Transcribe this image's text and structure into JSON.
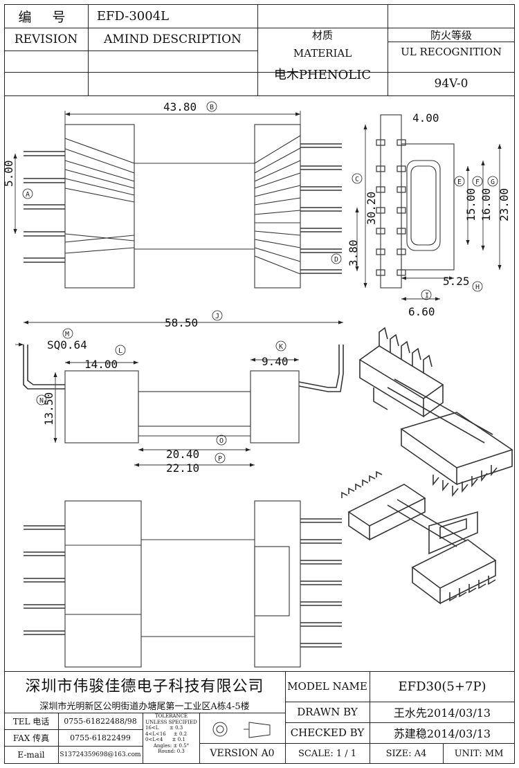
{
  "header": {
    "part_label": "编 号",
    "part_number": "EFD-3004L",
    "revision_label": "REVISION",
    "amend_label": "AMIND DESCRIPTION",
    "material_cn": "材质",
    "material_en": "MATERIAL",
    "material_value": "电木PHENOLIC",
    "ul_cn": "防火等级",
    "ul_en": "UL RECOGNITION",
    "ul_value": "94V-0"
  },
  "dimensions": {
    "b_width": "43.80",
    "a_pitch": "5.00",
    "c_height": "30.20",
    "d_gap": "3.80",
    "top_right": "4.00",
    "e_val": "15.00",
    "f_val": "16.00",
    "g_val": "23.00",
    "h_val": "5.25",
    "i_val": "6.60",
    "j_width": "58.50",
    "m_sq": "SQ0.64",
    "l_val": "14.00",
    "k_val": "9.40",
    "n_val": "13.50",
    "o_val": "20.40",
    "p_val": "22.10"
  },
  "markers": {
    "a": "A",
    "b": "B",
    "c": "C",
    "d": "D",
    "e": "E",
    "f": "F",
    "g": "G",
    "h": "H",
    "i": "I",
    "j": "J",
    "k": "K",
    "l": "L",
    "m": "M",
    "n": "N",
    "o": "O",
    "p": "P"
  },
  "footer": {
    "company": "深圳市伟骏佳德电子科技有限公司",
    "address": "深圳市光明新区公明街道办塘尾第一工业区A栋4-5楼",
    "tel_label": "TEL 电话",
    "tel_value": "0755-61822488/98",
    "fax_label": "FAX 传真",
    "fax_value": "0755-61822499",
    "email_label": "E-mail",
    "email_value": "S13724359698@163.com",
    "tol_title": "TOLERANCE UNLESS SPECIFIED",
    "tol_line1": "16<L       ± 0.3",
    "tol_line2": "4<L<16     ± 0.2",
    "tol_line3": "0<L<4      ± 0.1",
    "tol_line4": "Angles: ± 0.5°",
    "tol_line5": "Round: 0.3",
    "version": "VERSION A0",
    "model_label": "MODEL NAME",
    "model_value": "EFD30(5+7P)",
    "drawn_label": "DRAWN BY",
    "drawn_value": "王水先2014/03/13",
    "checked_label": "CHECKED BY",
    "checked_value": "苏建稳2014/03/13",
    "scale_label": "SCALE: 1 / 1",
    "size_label": "SIZE: A4",
    "unit_label": "UNIT: MM"
  }
}
